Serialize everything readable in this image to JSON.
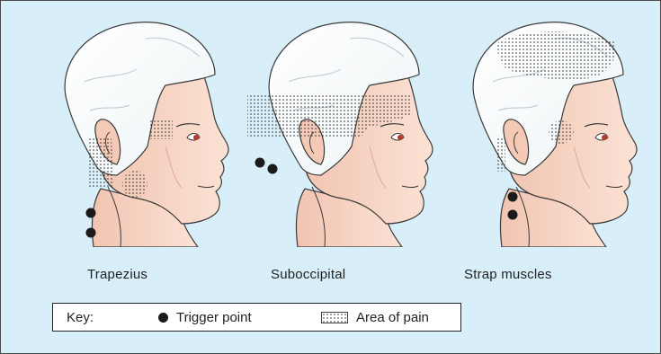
{
  "figure": {
    "captions": [
      "Trapezius",
      "Suboccipital",
      "Strap muscles"
    ]
  },
  "key": {
    "label": "Key:",
    "trigger_point": "Trigger point",
    "area_of_pain": "Area of pain"
  },
  "colors": {
    "background": "#d8eef8",
    "skin": "#f8d8c8",
    "hair": "#ffffff",
    "outline": "#3a3a3a",
    "trigger_point": "#1a1a1a",
    "eye_iris": "#b33a2a"
  }
}
